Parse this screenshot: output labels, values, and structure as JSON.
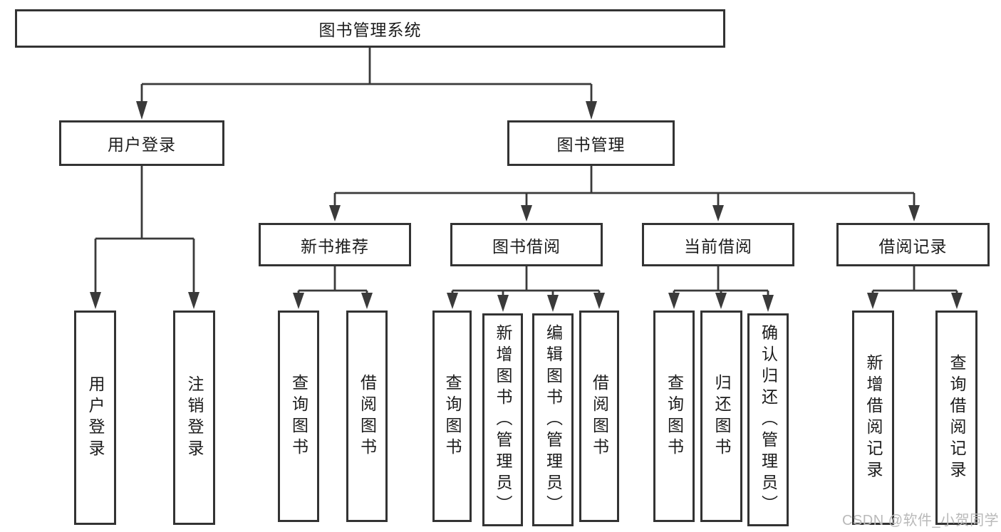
{
  "diagram": {
    "root": {
      "label": "图书管理系统"
    },
    "branches": [
      {
        "label": "用户登录",
        "children": [
          {
            "label": "用户登录"
          },
          {
            "label": "注销登录"
          }
        ]
      },
      {
        "label": "图书管理",
        "sections": [
          {
            "label": "新书推荐",
            "children": [
              {
                "label": "查询图书"
              },
              {
                "label": "借阅图书"
              }
            ]
          },
          {
            "label": "图书借阅",
            "children": [
              {
                "label": "查询图书"
              },
              {
                "label": "新增图书（管理员）"
              },
              {
                "label": "编辑图书（管理员）"
              },
              {
                "label": "借阅图书"
              }
            ]
          },
          {
            "label": "当前借阅",
            "children": [
              {
                "label": "查询图书"
              },
              {
                "label": "归还图书"
              },
              {
                "label": "确认归还（管理员）"
              }
            ]
          },
          {
            "label": "借阅记录",
            "children": [
              {
                "label": "新增借阅记录"
              },
              {
                "label": "查询借阅记录"
              }
            ]
          }
        ]
      }
    ]
  },
  "watermark": {
    "text": "CSDN @软件_小贺同学",
    "color": "#b9b9b9"
  },
  "colors": {
    "line": "#3a3a3a",
    "box_border": "#333333",
    "box_fill": "#ffffff",
    "text": "#1c1c1c",
    "background": "#ffffff",
    "watermark": "#b9b9b9"
  }
}
